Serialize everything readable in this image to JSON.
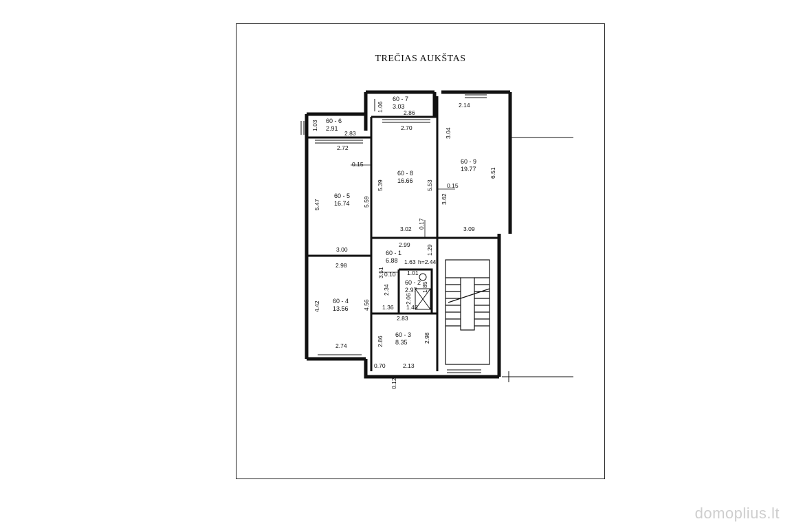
{
  "plan": {
    "title": "TREČIAS AUKŠTAS",
    "rooms": [
      {
        "id": "60 - 6",
        "area": "2.91"
      },
      {
        "id": "60 - 7",
        "area": "3.03"
      },
      {
        "id": "60 - 5",
        "area": "16.74"
      },
      {
        "id": "60 - 8",
        "area": "16.66"
      },
      {
        "id": "60 - 9",
        "area": "19.77"
      },
      {
        "id": "60 - 1",
        "area": "6.88"
      },
      {
        "id": "60 - 2",
        "area": "2.97"
      },
      {
        "id": "60 - 4",
        "area": "13.56"
      },
      {
        "id": "60 - 3",
        "area": "8.35"
      }
    ],
    "dimensions": [
      "1.03",
      "2.83",
      "1.06",
      "2.86",
      "2.70",
      "2.14",
      "3.04",
      "2.72",
      "0.15",
      "5.39",
      "5.53",
      "6.51",
      "5.47",
      "5.59",
      "0.15",
      "3.62",
      "0.17",
      "3.02",
      "3.09",
      "3.00",
      "2.99",
      "1.29",
      "2.98",
      "1.63",
      "h=2.44",
      "3.51",
      "1.01",
      "0.10",
      "2.34",
      "2.06",
      "1.85",
      "4.42",
      "4.56",
      "1.36",
      "1.48",
      "2.83",
      "2.86",
      "2.98",
      "2.74",
      "0.70",
      "2.13",
      "0.12"
    ]
  },
  "watermark": "domoplius.lt"
}
